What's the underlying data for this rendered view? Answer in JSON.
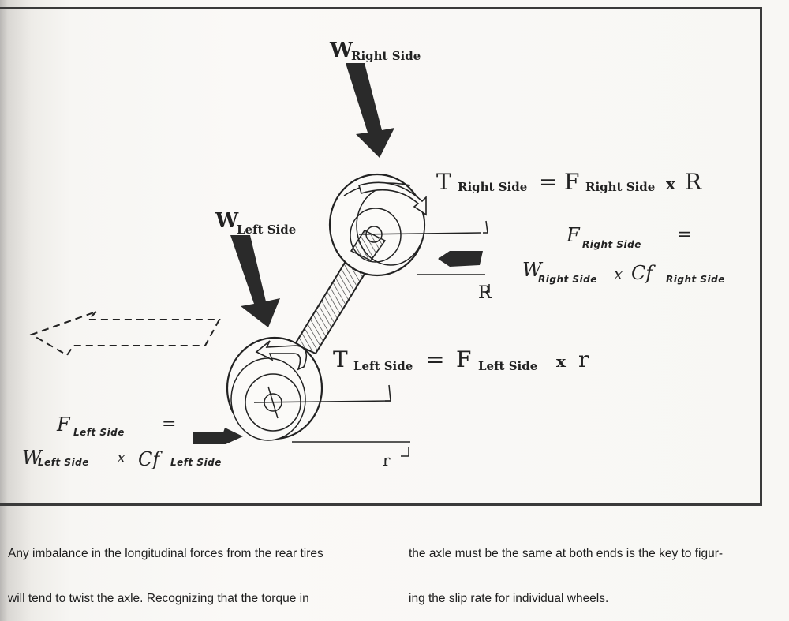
{
  "figure": {
    "labels": {
      "w_right": {
        "main": "W",
        "sub": "Right Side"
      },
      "w_left": {
        "main": "W",
        "sub": "Left Side"
      },
      "t_right": {
        "t": "T",
        "t_sub": "Right Side",
        "eq": "=",
        "f": "F",
        "f_sub": "Right Side",
        "x": "x",
        "radius": "R"
      },
      "t_left": {
        "t": "T",
        "t_sub": "Left Side",
        "eq": "=",
        "f": "F",
        "f_sub": "Left Side",
        "x": "x",
        "radius": "r"
      },
      "f_right_eq": {
        "f": "F",
        "f_sub": "Right Side",
        "eq": "=",
        "w": "W",
        "w_sub": "Right Side",
        "x": "x",
        "cf": "Cf",
        "cf_sub": "Right Side"
      },
      "f_left_eq": {
        "f": "F",
        "f_sub": "Left Side",
        "eq": "=",
        "w": "W",
        "w_sub": "Left Side",
        "x": "x",
        "cf": "Cf",
        "cf_sub": "Left Side"
      },
      "radius_right": "R",
      "radius_left": "r"
    },
    "icons": {
      "weight_arrows": "down-arrow",
      "friction_arrows": "horizontal-arrow",
      "direction_arrow": "dashed-left-arrow",
      "rotation_arrows": "curved-arrow"
    }
  },
  "caption": {
    "left": [
      "Any imbalance in the longitudinal forces from the rear tires",
      "will tend to twist the axle. Recognizing that the torque in"
    ],
    "right": [
      "the axle must be the same at both ends is the key to figur-",
      "ing the slip rate for individual wheels."
    ]
  }
}
